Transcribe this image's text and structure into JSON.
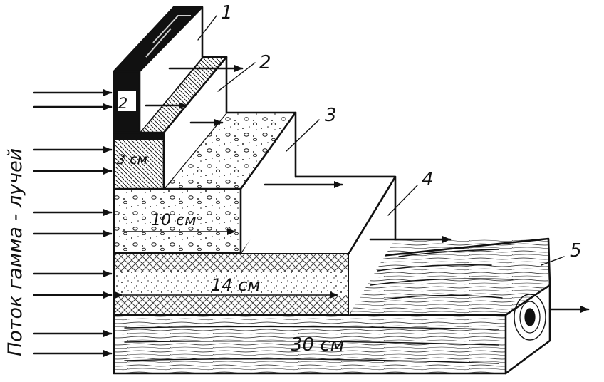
{
  "side_label": "Поток гамма - лучей",
  "layers": [
    {
      "number": "1",
      "thickness": "2"
    },
    {
      "number": "2",
      "thickness": "3 см"
    },
    {
      "number": "3",
      "thickness": "10 см"
    },
    {
      "number": "4",
      "thickness": "14 см"
    },
    {
      "number": "5",
      "thickness": "30 см"
    }
  ]
}
